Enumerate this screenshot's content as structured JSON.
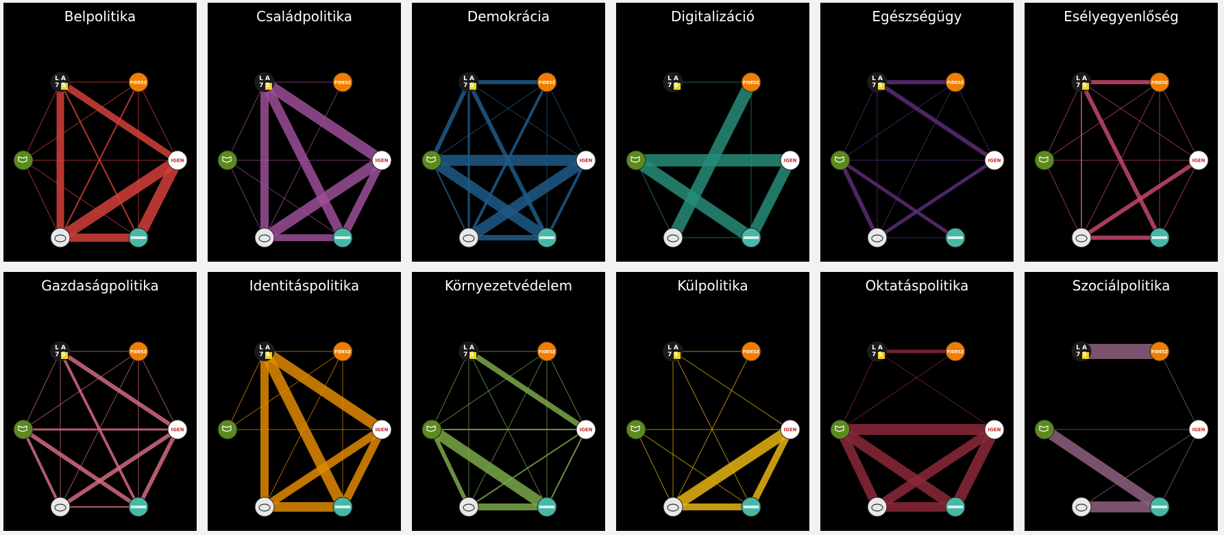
{
  "nodes": [
    {
      "id": "la75",
      "lines": [
        "L A",
        "7 5"
      ],
      "fill": "#1a1a1a",
      "color": "#ffffff",
      "accent": "#f2d21b"
    },
    {
      "id": "fidesz",
      "lines": [
        "FIDESZ"
      ],
      "fill": "#f07d00",
      "color": "#ffffff"
    },
    {
      "id": "igen",
      "lines": [
        "IGEN"
      ],
      "fill": "#ffffff",
      "color": "#c0282d"
    },
    {
      "id": "mkkp",
      "lines": [],
      "fill": "#47b8a6",
      "color": "#ffffff"
    },
    {
      "id": "kutya",
      "lines": [],
      "fill": "#e8e8e8",
      "color": "#333333"
    },
    {
      "id": "flag",
      "lines": [],
      "fill": "#5c8a1e",
      "color": "#ffffff"
    }
  ],
  "panels": [
    {
      "title": "Belpolitika",
      "color": "#d4403a",
      "edges": [
        [
          0,
          1,
          1
        ],
        [
          0,
          2,
          10
        ],
        [
          0,
          3,
          2
        ],
        [
          0,
          4,
          11
        ],
        [
          0,
          5,
          1
        ],
        [
          1,
          2,
          1
        ],
        [
          1,
          3,
          1
        ],
        [
          1,
          4,
          2
        ],
        [
          1,
          5,
          1
        ],
        [
          2,
          3,
          16
        ],
        [
          2,
          4,
          16
        ],
        [
          2,
          5,
          1
        ],
        [
          3,
          4,
          12
        ],
        [
          3,
          5,
          1
        ],
        [
          4,
          5,
          1
        ]
      ]
    },
    {
      "title": "Családpolitika",
      "color": "#9b4f96",
      "edges": [
        [
          0,
          1,
          1
        ],
        [
          0,
          2,
          16
        ],
        [
          0,
          3,
          14
        ],
        [
          0,
          4,
          12
        ],
        [
          0,
          5,
          1
        ],
        [
          1,
          4,
          1
        ],
        [
          2,
          3,
          12
        ],
        [
          2,
          4,
          16
        ],
        [
          2,
          5,
          1
        ],
        [
          3,
          4,
          10
        ],
        [
          3,
          5,
          1
        ],
        [
          4,
          5,
          1
        ]
      ]
    },
    {
      "title": "Demokrácia",
      "color": "#1e5a87",
      "edges": [
        [
          0,
          1,
          6
        ],
        [
          0,
          2,
          1
        ],
        [
          0,
          3,
          6
        ],
        [
          0,
          4,
          3
        ],
        [
          0,
          5,
          6
        ],
        [
          1,
          2,
          1
        ],
        [
          1,
          3,
          1
        ],
        [
          1,
          4,
          4
        ],
        [
          1,
          5,
          1
        ],
        [
          2,
          3,
          4
        ],
        [
          2,
          4,
          16
        ],
        [
          2,
          5,
          16
        ],
        [
          3,
          4,
          8
        ],
        [
          3,
          5,
          16
        ],
        [
          4,
          5,
          2
        ]
      ]
    },
    {
      "title": "Digitalizáció",
      "color": "#268c78",
      "edges": [
        [
          0,
          1,
          1
        ],
        [
          1,
          3,
          1
        ],
        [
          1,
          4,
          18
        ],
        [
          2,
          3,
          16
        ],
        [
          2,
          5,
          18
        ],
        [
          3,
          4,
          1
        ],
        [
          3,
          5,
          18
        ],
        [
          4,
          5,
          1
        ]
      ]
    },
    {
      "title": "Egészségügy",
      "color": "#5a2d78",
      "edges": [
        [
          0,
          1,
          6
        ],
        [
          0,
          2,
          6
        ],
        [
          0,
          4,
          1
        ],
        [
          0,
          5,
          1
        ],
        [
          1,
          2,
          1
        ],
        [
          1,
          5,
          1
        ],
        [
          1,
          4,
          1
        ],
        [
          2,
          4,
          5
        ],
        [
          3,
          5,
          5
        ],
        [
          4,
          5,
          6
        ],
        [
          2,
          5,
          1
        ],
        [
          3,
          4,
          1
        ]
      ]
    },
    {
      "title": "Esélyegyenlőség",
      "color": "#c4486a",
      "edges": [
        [
          0,
          1,
          6
        ],
        [
          0,
          2,
          1
        ],
        [
          0,
          3,
          6
        ],
        [
          0,
          4,
          2
        ],
        [
          0,
          5,
          1
        ],
        [
          1,
          2,
          1
        ],
        [
          1,
          3,
          1
        ],
        [
          1,
          4,
          1
        ],
        [
          1,
          5,
          1
        ],
        [
          2,
          3,
          1
        ],
        [
          2,
          4,
          6
        ],
        [
          2,
          5,
          1
        ],
        [
          3,
          4,
          6
        ],
        [
          4,
          5,
          1
        ]
      ]
    },
    {
      "title": "Gazdaságpolitika",
      "color": "#d46a80",
      "edges": [
        [
          0,
          1,
          1
        ],
        [
          0,
          2,
          6
        ],
        [
          0,
          3,
          4
        ],
        [
          0,
          4,
          1
        ],
        [
          0,
          5,
          1
        ],
        [
          1,
          2,
          1
        ],
        [
          1,
          3,
          1
        ],
        [
          1,
          4,
          1
        ],
        [
          1,
          5,
          1
        ],
        [
          2,
          3,
          6
        ],
        [
          2,
          4,
          6
        ],
        [
          2,
          5,
          3
        ],
        [
          3,
          4,
          2
        ],
        [
          3,
          5,
          6
        ],
        [
          4,
          5,
          4
        ]
      ]
    },
    {
      "title": "Identitáspolitika",
      "color": "#e08a00",
      "edges": [
        [
          0,
          1,
          1
        ],
        [
          0,
          2,
          16
        ],
        [
          0,
          3,
          16
        ],
        [
          0,
          4,
          12
        ],
        [
          1,
          3,
          1
        ],
        [
          1,
          4,
          1
        ],
        [
          1,
          5,
          1
        ],
        [
          2,
          3,
          12
        ],
        [
          2,
          4,
          12
        ],
        [
          3,
          4,
          14
        ],
        [
          0,
          5,
          1
        ],
        [
          2,
          5,
          1
        ]
      ]
    },
    {
      "title": "Környezetvédelem",
      "color": "#7aa848",
      "edges": [
        [
          0,
          1,
          1
        ],
        [
          0,
          2,
          8
        ],
        [
          0,
          3,
          1
        ],
        [
          0,
          4,
          1
        ],
        [
          0,
          5,
          1
        ],
        [
          1,
          2,
          1
        ],
        [
          1,
          3,
          1
        ],
        [
          1,
          4,
          1
        ],
        [
          1,
          5,
          1
        ],
        [
          2,
          3,
          2
        ],
        [
          2,
          4,
          2
        ],
        [
          2,
          5,
          2
        ],
        [
          3,
          4,
          10
        ],
        [
          3,
          5,
          16
        ],
        [
          4,
          5,
          6
        ]
      ]
    },
    {
      "title": "Külpolitika",
      "color": "#e8b412",
      "edges": [
        [
          0,
          1,
          1
        ],
        [
          0,
          3,
          1
        ],
        [
          0,
          4,
          1
        ],
        [
          1,
          4,
          1
        ],
        [
          2,
          3,
          10
        ],
        [
          2,
          4,
          16
        ],
        [
          2,
          5,
          1
        ],
        [
          3,
          4,
          10
        ],
        [
          3,
          5,
          1
        ],
        [
          4,
          5,
          1
        ],
        [
          0,
          2,
          1
        ]
      ]
    },
    {
      "title": "Oktatáspolitika",
      "color": "#8c2838",
      "edges": [
        [
          0,
          1,
          5
        ],
        [
          0,
          2,
          1
        ],
        [
          0,
          5,
          1
        ],
        [
          1,
          5,
          1
        ],
        [
          2,
          3,
          16
        ],
        [
          2,
          4,
          14
        ],
        [
          2,
          5,
          16
        ],
        [
          3,
          4,
          14
        ],
        [
          3,
          5,
          16
        ],
        [
          4,
          5,
          14
        ]
      ]
    },
    {
      "title": "Szociálpolitika",
      "color": "#906080",
      "edges": [
        [
          0,
          1,
          22
        ],
        [
          1,
          2,
          1
        ],
        [
          2,
          3,
          1
        ],
        [
          2,
          4,
          1
        ],
        [
          2,
          5,
          1
        ],
        [
          3,
          4,
          16
        ],
        [
          3,
          5,
          16
        ]
      ]
    }
  ]
}
